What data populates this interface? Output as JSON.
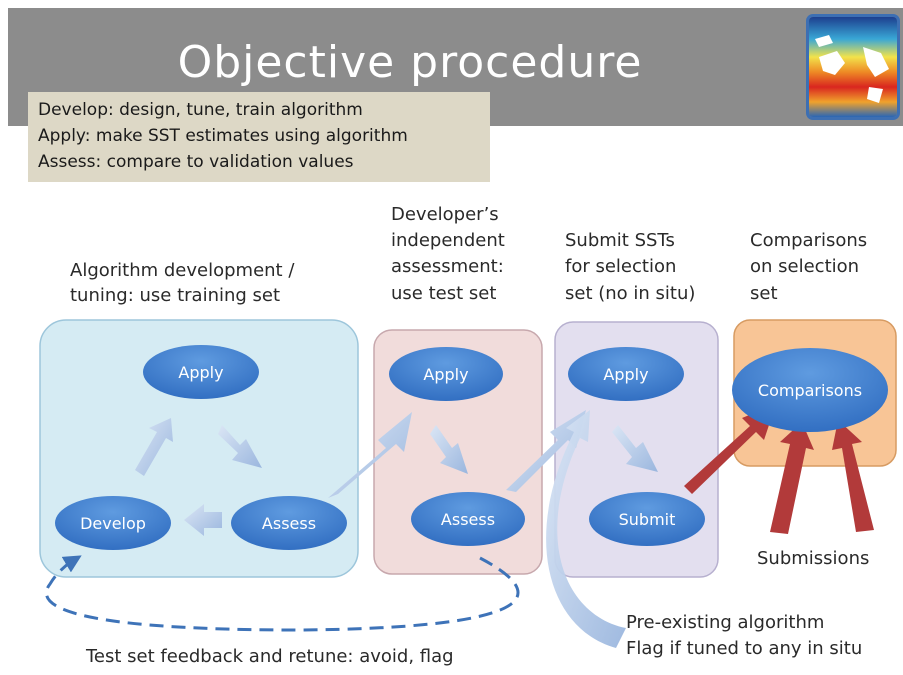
{
  "slide": {
    "title": "Objective procedure",
    "notes": [
      "Develop: design, tune, train algorithm",
      "Apply: make SST estimates using algorithm",
      "Assess: compare to validation values"
    ]
  },
  "diagram": {
    "stage_labels": {
      "development": [
        "Algorithm development /",
        "tuning: use training set"
      ],
      "independent": [
        "Developer’s",
        "independent",
        "assessment:",
        "use test set"
      ],
      "submit": [
        "Submit SSTs",
        "for selection",
        "set (no in situ)"
      ],
      "comparisons": [
        "Comparisons",
        "on selection",
        "set"
      ]
    },
    "nodes": {
      "dev_apply": "Apply",
      "dev_develop": "Develop",
      "dev_assess": "Assess",
      "ind_apply": "Apply",
      "ind_assess": "Assess",
      "sub_apply": "Apply",
      "sub_submit": "Submit",
      "comparisons": "Comparisons"
    },
    "submissions_label": "Submissions",
    "pre_existing": [
      "Pre-existing algorithm",
      "Flag if tuned to any in situ"
    ],
    "feedback_label": "Test set feedback and retune: avoid, flag"
  },
  "colors": {
    "title_bar": "#8c8c8c",
    "notes_bg": "#ddd8c6",
    "box_development": "#d5ebf3",
    "box_independent": "#f1dcdb",
    "box_submit": "#e3dfef",
    "box_comparisons": "#f8c596",
    "node_blue": "#3f7ecd",
    "arrow_light": "#b6cae6",
    "arrow_red": "#b23a3a",
    "dashed_line": "#3e73b8"
  },
  "icons": {
    "logo": "globe-sst-map-icon"
  }
}
